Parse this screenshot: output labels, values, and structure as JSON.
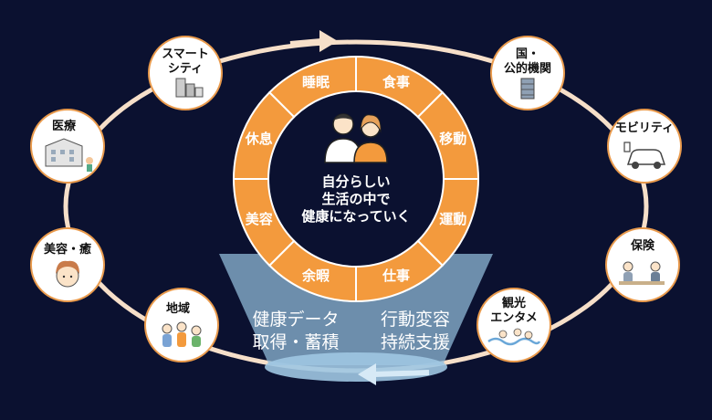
{
  "colors": {
    "background": "#0b1130",
    "ring": "#f39a3d",
    "orbit": "#f6dfc9",
    "funnel": "#8fb8d6",
    "funnel_base": "#9ec7e2",
    "arrow_blue": "#b9d8ee",
    "node_border": "#e99a4c"
  },
  "center": {
    "lines": [
      "自分らしい",
      "生活の中で",
      "健康になっていく"
    ]
  },
  "ring_segments": [
    "睡眠",
    "食事",
    "移動",
    "運動",
    "仕事",
    "余暇",
    "美容",
    "休息"
  ],
  "nodes": {
    "smart_city": {
      "label_lines": [
        "スマート",
        "シティ"
      ],
      "icon": "city-buildings-icon"
    },
    "medical": {
      "label_lines": [
        "医療"
      ],
      "icon": "hospital-icon"
    },
    "beauty": {
      "label_lines": [
        "美容・癒"
      ],
      "icon": "woman-face-icon"
    },
    "region": {
      "label_lines": [
        "地域"
      ],
      "icon": "community-people-icon"
    },
    "government": {
      "label_lines": [
        "国・",
        "公的機関"
      ],
      "icon": "government-building-icon"
    },
    "mobility": {
      "label_lines": [
        "モビリティ"
      ],
      "icon": "electric-car-icon"
    },
    "insurance": {
      "label_lines": [
        "保険"
      ],
      "icon": "consultation-meeting-icon"
    },
    "tourism": {
      "label_lines": [
        "観光",
        "エンタメ"
      ],
      "icon": "pool-leisure-icon"
    }
  },
  "bottom": {
    "left_lines": [
      "健康データ",
      "取得・蓄積"
    ],
    "right_lines": [
      "行動変容",
      "持続支援"
    ]
  }
}
